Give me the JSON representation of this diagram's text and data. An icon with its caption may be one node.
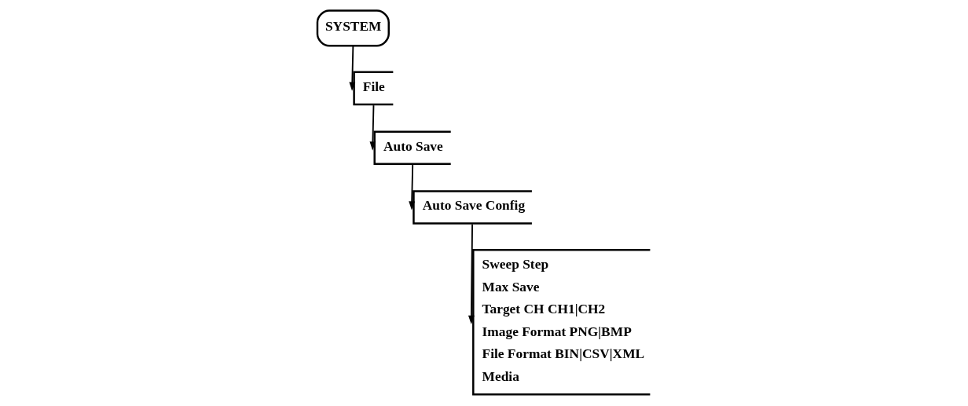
{
  "diagram": {
    "nodes": [
      {
        "text": [
          "SYSTEM"
        ]
      },
      {
        "text": [
          "File"
        ]
      },
      {
        "text": [
          "Auto Save"
        ]
      },
      {
        "text": [
          "Auto Save Config"
        ]
      },
      {
        "text": [
          "Sweep Step",
          "Max Save",
          "Target CH CH1|CH2",
          "Image Format PNG|BMP",
          "File Format BIN|CSV|XML",
          "Media"
        ]
      }
    ],
    "edges": [
      {
        "from": 0,
        "to": 1,
        "arrow": "to"
      },
      {
        "from": 1,
        "to": 2,
        "arrow": "to"
      },
      {
        "from": 2,
        "to": 3,
        "arrow": "to"
      },
      {
        "from": 3,
        "to": 4,
        "arrow": "to"
      }
    ]
  }
}
